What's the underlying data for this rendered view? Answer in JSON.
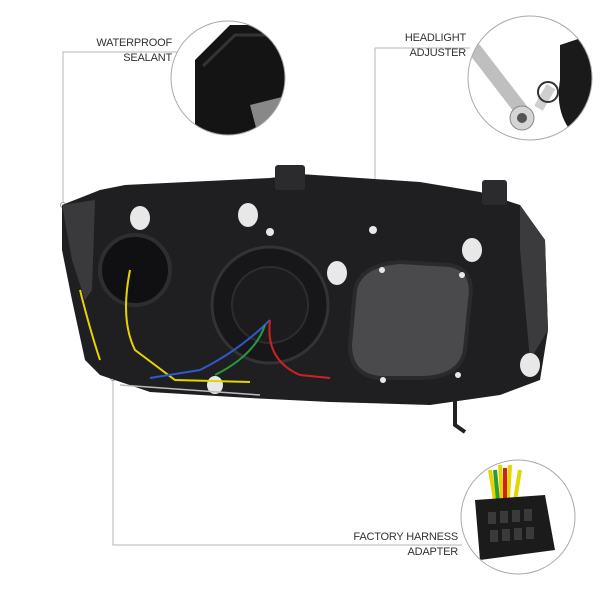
{
  "callouts": {
    "waterproof": {
      "line1": "WATERPROOF",
      "line2": "SEALANT"
    },
    "adjuster": {
      "line1": "HEADLIGHT",
      "line2": "ADJUSTER"
    },
    "harness": {
      "line1": "FACTORY HARNESS",
      "line2": "ADAPTER"
    }
  },
  "colors": {
    "housing": "#1e1e20",
    "line": "#b0b0b0",
    "text": "#333333"
  }
}
